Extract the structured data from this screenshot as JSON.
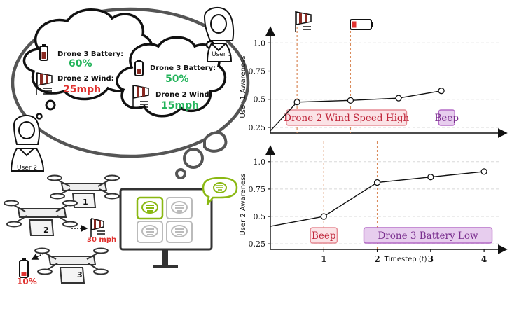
{
  "users": {
    "user1": "User 1",
    "user2": "User 2"
  },
  "bubble_user2": {
    "battery_label": "Drone 3 Battery:",
    "battery_value": "60%",
    "wind_label": "Drone 2 Wind:",
    "wind_value": "25mph"
  },
  "bubble_user1": {
    "battery_label": "Drone 3 Battery:",
    "battery_value": "50%",
    "wind_label": "Drone 2 Wind:",
    "wind_value": "15mph"
  },
  "scene": {
    "drone_labels": [
      "1",
      "2",
      "3"
    ],
    "wind_reading": "30 mph",
    "battery_reading": "10%"
  },
  "colors": {
    "alert_red_fill": "#fbe3e6",
    "alert_red_stroke": "#e58a93",
    "alert_red_text": "#c0283c",
    "alert_purple_fill": "#e7cdee",
    "alert_purple_stroke": "#b46ac6",
    "alert_purple_text": "#7a2e8e",
    "good_green": "#22b35a",
    "bad_red": "#e0322f",
    "highlight_green": "#8ab812"
  },
  "chart_data": [
    {
      "type": "line",
      "ylabel": "User 1 Awareness",
      "xlim": [
        0,
        4.3
      ],
      "ylim": [
        0.2,
        1.12
      ],
      "yticks": [
        "0.25",
        "0.5",
        "0.75",
        "1.0"
      ],
      "points": [
        [
          0,
          0.22
        ],
        [
          0.5,
          0.475
        ],
        [
          1.5,
          0.49
        ],
        [
          2.4,
          0.51
        ],
        [
          3.2,
          0.575
        ]
      ],
      "events": [
        0.5,
        1.5
      ],
      "alerts": [
        {
          "label": "Drone 2 Wind Speed High",
          "x_start": 0.3,
          "x_end": 2.55,
          "color": "red"
        },
        {
          "label": "Beep",
          "x_start": 3.15,
          "x_end": 3.45,
          "color": "purple"
        }
      ]
    },
    {
      "type": "line",
      "ylabel": "User 2 Awareness",
      "xlabel": "Timestep (t)",
      "xticks": [
        "1",
        "2",
        "3",
        "4"
      ],
      "xtick_values": [
        1,
        2,
        3,
        4
      ],
      "xlim": [
        0,
        4.3
      ],
      "ylim": [
        0.2,
        1.12
      ],
      "yticks": [
        "0.25",
        "0.5",
        "0.75",
        "1.0"
      ],
      "points": [
        [
          0,
          0.41
        ],
        [
          1,
          0.5
        ],
        [
          2,
          0.81
        ],
        [
          3,
          0.86
        ],
        [
          4,
          0.91
        ]
      ],
      "events": [
        1,
        2
      ],
      "alerts": [
        {
          "label": "Beep",
          "x_start": 0.75,
          "x_end": 1.25,
          "color": "red"
        },
        {
          "label": "Drone 3 Battery Low",
          "x_start": 1.75,
          "x_end": 4.15,
          "color": "purple"
        }
      ]
    }
  ]
}
